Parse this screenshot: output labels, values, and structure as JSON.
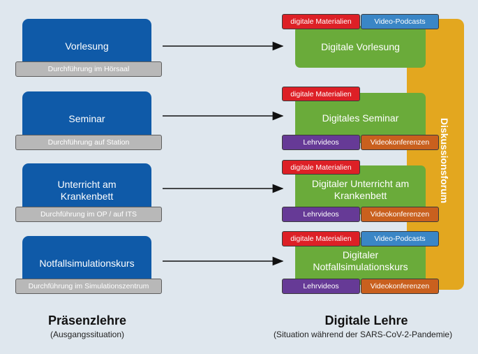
{
  "left": {
    "items": [
      {
        "title": "Vorlesung",
        "subtitle": "Durchführung im Hörsaal"
      },
      {
        "title": "Seminar",
        "subtitle": "Durchführung auf Station"
      },
      {
        "title": "Unterricht am\nKrankenbett",
        "subtitle": "Durchführung im OP / auf ITS"
      },
      {
        "title": "Notfallsimulationskurs",
        "subtitle": "Durchführung im Simulationszentrum"
      }
    ],
    "heading": "Präsenzlehre",
    "subheading": "(Ausgangssituation)"
  },
  "right": {
    "items": [
      {
        "title": "Digitale Vorlesung",
        "top": [
          "digitale Materialien",
          "Video-Podcasts"
        ],
        "bottom": []
      },
      {
        "title": "Digitales Seminar",
        "top": [
          "digitale Materialien"
        ],
        "bottom": [
          "Lehrvideos",
          "Videokonferenzen"
        ]
      },
      {
        "title": "Digitaler Unterricht am\nKrankenbett",
        "top": [
          "digitale Materialien"
        ],
        "bottom": [
          "Lehrvideos",
          "Videokonferenzen"
        ]
      },
      {
        "title": "Digitaler\nNotfallsimulationskurs",
        "top": [
          "digitale Materialien",
          "Video-Podcasts"
        ],
        "bottom": [
          "Lehrvideos",
          "Videokonferenzen"
        ]
      }
    ],
    "forum": "Diskussionsforum",
    "heading": "Digitale Lehre",
    "subheading": "(Situation während der SARS-CoV-2-Pandemie)"
  },
  "colors": {
    "background": "#dfe7ee",
    "blue": "#0f5aa8",
    "green": "#6aab3a",
    "forum": "#e3a71f",
    "red": "#dd2026",
    "lightblue": "#3a86c6",
    "purple": "#663a96",
    "orange": "#c9601e"
  }
}
